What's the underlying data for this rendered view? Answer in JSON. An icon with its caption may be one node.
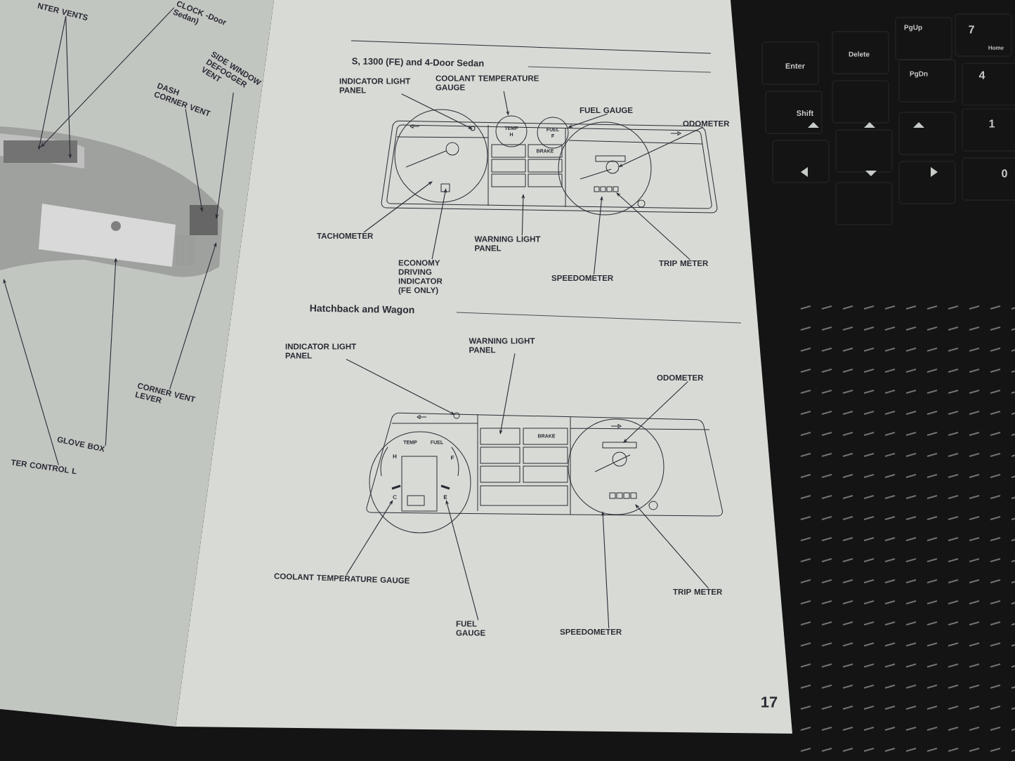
{
  "diagram": {
    "nodes": [
      {
        "text": [
          "INDICATOR LIGHT PANEL"
        ]
      },
      {
        "text": [
          "COOLANT TEMPERATURE GAUGE"
        ]
      },
      {
        "text": [
          "FUEL GAUGE"
        ]
      },
      {
        "text": [
          "ODOMETER"
        ]
      },
      {
        "text": [
          "TACHOMETER"
        ]
      },
      {
        "text": [
          "ECONOMY DRIVING INDICATOR (FE ONLY)"
        ]
      },
      {
        "text": [
          "WARNING LIGHT PANEL"
        ]
      },
      {
        "text": [
          "SPEEDOMETER"
        ]
      },
      {
        "text": [
          "TRIP METER"
        ]
      },
      {
        "text": [
          "INDICATOR LIGHT PANEL"
        ]
      },
      {
        "text": [
          "WARNING LIGHT PANEL"
        ]
      },
      {
        "text": [
          "ODOMETER"
        ]
      },
      {
        "text": [
          "COOLANT TEMPERATURE GAUGE"
        ]
      },
      {
        "text": [
          "FUEL GAUGE"
        ]
      },
      {
        "text": [
          "SPEEDOMETER"
        ]
      },
      {
        "text": [
          "TRIP METER"
        ]
      },
      {
        "text": [
          "NTER VENTS"
        ]
      },
      {
        "text": [
          "CLOCK -Door Sedan)"
        ]
      },
      {
        "text": [
          "SIDE WINDOW DEFOGGER VENT"
        ]
      },
      {
        "text": [
          "DASH CORNER VENT"
        ]
      },
      {
        "text": [
          "CORNER VENT LEVER"
        ]
      },
      {
        "text": [
          "GLOVE BOX"
        ]
      },
      {
        "text": [
          "TER CONTROL L"
        ]
      },
      {
        "text": [
          "TEMP",
          "H"
        ]
      },
      {
        "text": [
          "FUEL",
          "F"
        ]
      },
      {
        "text": [
          "C"
        ]
      },
      {
        "text": [
          "E"
        ]
      }
    ],
    "edges": [
      {
        "from": 0,
        "to": null,
        "arrow": "to"
      },
      {
        "from": 1,
        "to": 23,
        "arrow": "to"
      },
      {
        "from": 2,
        "to": 24,
        "arrow": "to"
      },
      {
        "from": 3,
        "to": null,
        "arrow": "to"
      },
      {
        "from": 4,
        "to": null,
        "arrow": "to"
      },
      {
        "from": 5,
        "to": null,
        "arrow": "to"
      },
      {
        "from": 6,
        "to": null,
        "arrow": "to"
      },
      {
        "from": 7,
        "to": null,
        "arrow": "to"
      },
      {
        "from": 8,
        "to": null,
        "arrow": "to"
      },
      {
        "from": 9,
        "to": null,
        "arrow": "to"
      },
      {
        "from": 10,
        "to": null,
        "arrow": "to"
      },
      {
        "from": 11,
        "to": null,
        "arrow": "to"
      },
      {
        "from": 12,
        "to": 25,
        "arrow": "to"
      },
      {
        "from": 13,
        "to": 26,
        "arrow": "to"
      },
      {
        "from": 14,
        "to": null,
        "arrow": "to"
      },
      {
        "from": 15,
        "to": null,
        "arrow": "to"
      },
      {
        "from": 16,
        "to": null,
        "arrow": "to"
      },
      {
        "from": 16,
        "to": null,
        "arrow": "to"
      },
      {
        "from": 17,
        "to": null,
        "arrow": "to"
      },
      {
        "from": 18,
        "to": null,
        "arrow": "to"
      },
      {
        "from": 19,
        "to": null,
        "arrow": "to"
      },
      {
        "from": 20,
        "to": null,
        "arrow": "to"
      },
      {
        "from": 21,
        "to": null,
        "arrow": "to"
      },
      {
        "from": 22,
        "to": null,
        "arrow": "to"
      }
    ],
    "labels": [
      "S, 1300 (FE) and 4-Door Sedan",
      "Hatchback and Wagon",
      "BRAKE",
      "TEMP",
      "FUEL",
      "H",
      "F",
      "BRAKE",
      "17",
      "PgUp",
      "7",
      "Home",
      "Delete",
      "Enter",
      "PgDn",
      "4",
      "Shift",
      "1",
      "0"
    ]
  }
}
